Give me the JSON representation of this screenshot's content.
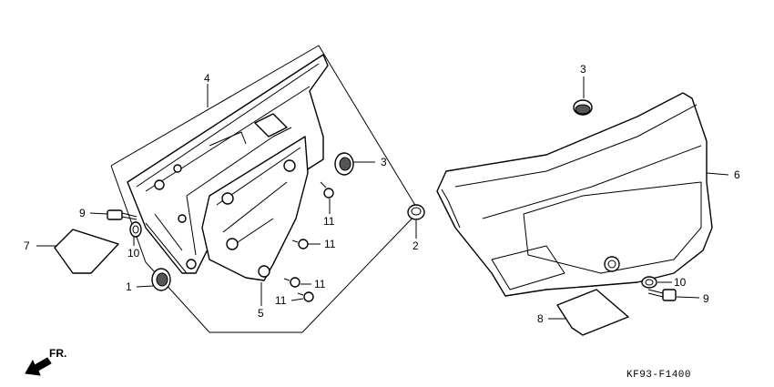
{
  "diagram": {
    "drawing_code": "KF93-F1400",
    "direction_label": "FR.",
    "callouts": [
      {
        "id": "c4",
        "text": "4"
      },
      {
        "id": "c3a",
        "text": "3"
      },
      {
        "id": "c3b",
        "text": "3"
      },
      {
        "id": "c9a",
        "text": "9"
      },
      {
        "id": "c10a",
        "text": "10"
      },
      {
        "id": "c7",
        "text": "7"
      },
      {
        "id": "c1",
        "text": "1"
      },
      {
        "id": "c11a",
        "text": "11"
      },
      {
        "id": "c11b",
        "text": "11"
      },
      {
        "id": "c11c",
        "text": "11"
      },
      {
        "id": "c11d",
        "text": "11"
      },
      {
        "id": "c5",
        "text": "5"
      },
      {
        "id": "c2",
        "text": "2"
      },
      {
        "id": "c6",
        "text": "6"
      },
      {
        "id": "c10b",
        "text": "10"
      },
      {
        "id": "c9b",
        "text": "9"
      },
      {
        "id": "c8",
        "text": "8"
      }
    ]
  }
}
